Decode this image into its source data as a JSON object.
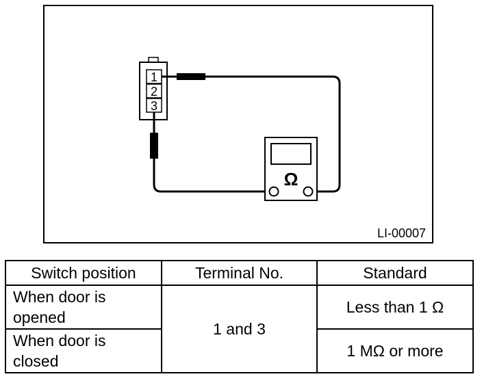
{
  "diagram": {
    "terminals": [
      "1",
      "2",
      "3"
    ],
    "meter_symbol": "Ω",
    "figure_id": "LI-00007"
  },
  "table": {
    "headers": [
      "Switch position",
      "Terminal No.",
      "Standard"
    ],
    "rows": [
      {
        "switch_position": "When door is opened",
        "terminal": "1 and 3",
        "standard": "Less than 1 Ω"
      },
      {
        "switch_position": "When door is closed",
        "terminal": "1 and 3",
        "standard": "1 MΩ or more"
      }
    ]
  }
}
